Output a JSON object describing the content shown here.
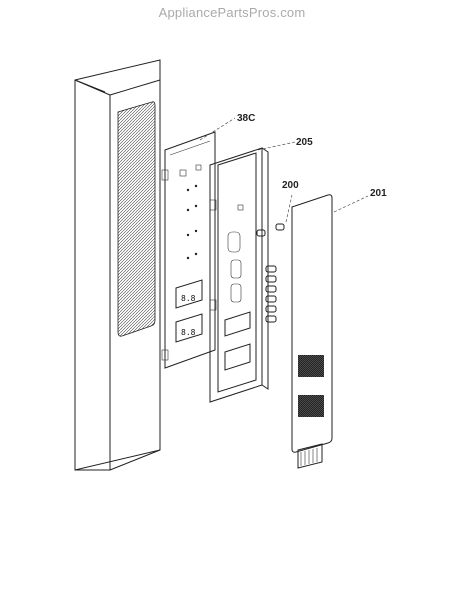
{
  "watermark": "AppliancePartsPros.com",
  "callouts": [
    {
      "id": "38c",
      "label": "38C"
    },
    {
      "id": "205",
      "label": "205"
    },
    {
      "id": "200",
      "label": "200"
    },
    {
      "id": "201",
      "label": "201"
    }
  ]
}
